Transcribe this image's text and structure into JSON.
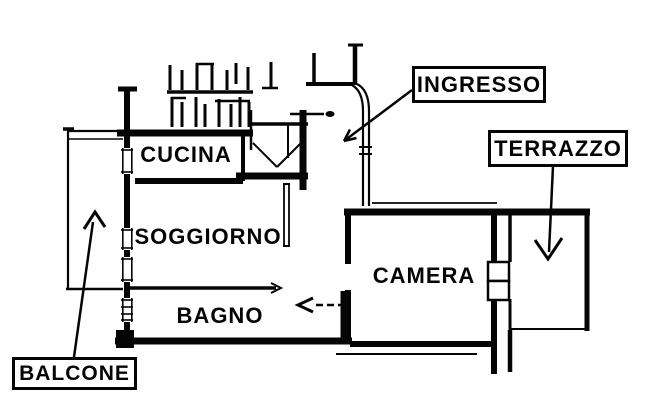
{
  "plan": {
    "type": "apartment-floor-plan",
    "colors": {
      "ink": "#050505",
      "paper": "#ffffff"
    },
    "rooms": {
      "cucina": {
        "label": "CUCINA"
      },
      "soggiorno": {
        "label": "SOGGIORNO"
      },
      "bagno": {
        "label": "BAGNO"
      },
      "camera": {
        "label": "CAMERA"
      }
    },
    "callouts": {
      "ingresso": {
        "label": "INGRESSO"
      },
      "terrazzo": {
        "label": "TERRAZZO"
      },
      "balcone": {
        "label": "BALCONE"
      }
    }
  }
}
